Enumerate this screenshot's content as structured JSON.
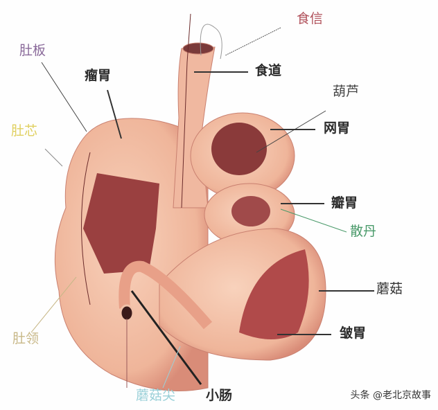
{
  "labels": {
    "shixin": "食信",
    "duban": "肚板",
    "liuwei": "瘤胃",
    "shidao": "食道",
    "hulu": "葫芦",
    "wangwei": "网胃",
    "duxin": "肚芯",
    "banwei": "瓣胃",
    "sandan": "散丹",
    "mogu": "蘑菇",
    "duling": "肚领",
    "zhouwei": "皱胃",
    "mogujian": "蘑菇尖",
    "xiaochang": "小肠"
  },
  "watermark": "头条 @老北京故事",
  "colors": {
    "red_label": "#b0505a",
    "purple_label": "#8a6a9a",
    "yellow_label": "#e0d060",
    "green_label": "#4a9a6a",
    "cyan_label": "#9ad0d8",
    "beige_label": "#c8b888",
    "stomach": "#f2bfa4",
    "inner": "#a04a4a"
  }
}
